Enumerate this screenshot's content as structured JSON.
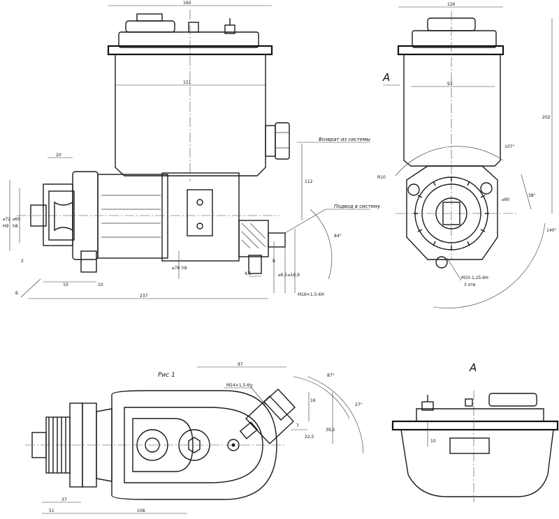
{
  "labels": {
    "view_letter_top": "A",
    "view_letter_bottom": "A",
    "figure_caption": "Рис 1",
    "note_return": "Возврат из системы",
    "note_supply": "Подвод в систему",
    "thread_m10": "M10-1,25-6H",
    "thread_m10_count": "3 отв",
    "thread_m24": "M24×1,5-6g",
    "thread_m16": "M16×1,5-6H",
    "dia_72": "⌀72",
    "dia_72_tol": "H9",
    "dia_60": "⌀60",
    "dia_60_tol": "h8",
    "dia_78": "⌀78",
    "dia_78_tol": "h9",
    "dia_90": "⌀90"
  },
  "dimensions": {
    "width_160": "160",
    "width_151": "151",
    "height_112": "112",
    "len_20": "20",
    "len_2": "2",
    "len_10a": "10",
    "len_10b": "10",
    "len_237": "237",
    "len_4_5": "4,5",
    "len_8": "8",
    "dia_6_5": "⌀6,5",
    "dia_18_9": "⌀18,9",
    "angle_84": "84°",
    "width_126": "126",
    "width_93": "93",
    "height_202": "202",
    "angle_107": "107°",
    "r10": "R10",
    "angle_38": "38°",
    "angle_140": "140°",
    "len_97": "97",
    "angle_87": "87°",
    "angle_27": "27°",
    "len_16": "16",
    "len_7": "7",
    "len_22_5": "22,5",
    "len_39_5": "39,5",
    "len_37": "37",
    "len_51": "51",
    "len_108": "108",
    "len_10c": "10"
  },
  "section_mark": "Б"
}
